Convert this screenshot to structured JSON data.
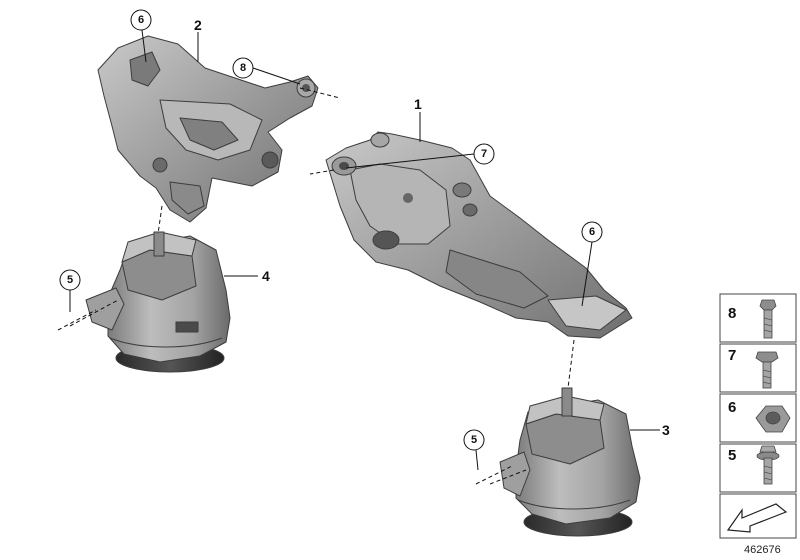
{
  "callouts": [
    {
      "label": "1"
    },
    {
      "label": "2"
    },
    {
      "label": "3"
    },
    {
      "label": "4"
    },
    {
      "label": "5"
    },
    {
      "label": "5"
    },
    {
      "label": "6"
    },
    {
      "label": "6"
    },
    {
      "label": "7"
    },
    {
      "label": "8"
    }
  ],
  "legend": [
    {
      "label": "8",
      "icon": "bolt-icon"
    },
    {
      "label": "7",
      "icon": "bolt-icon"
    },
    {
      "label": "6",
      "icon": "hex-nut-icon"
    },
    {
      "label": "5",
      "icon": "flange-bolt-icon"
    }
  ],
  "legend_footer_icon": "arrow-icon",
  "document_id": "462676",
  "colors": {
    "part_fill": "#9a9a9a",
    "part_dark": "#6e6e6e",
    "part_light": "#c4c4c4",
    "line": "#111111"
  }
}
